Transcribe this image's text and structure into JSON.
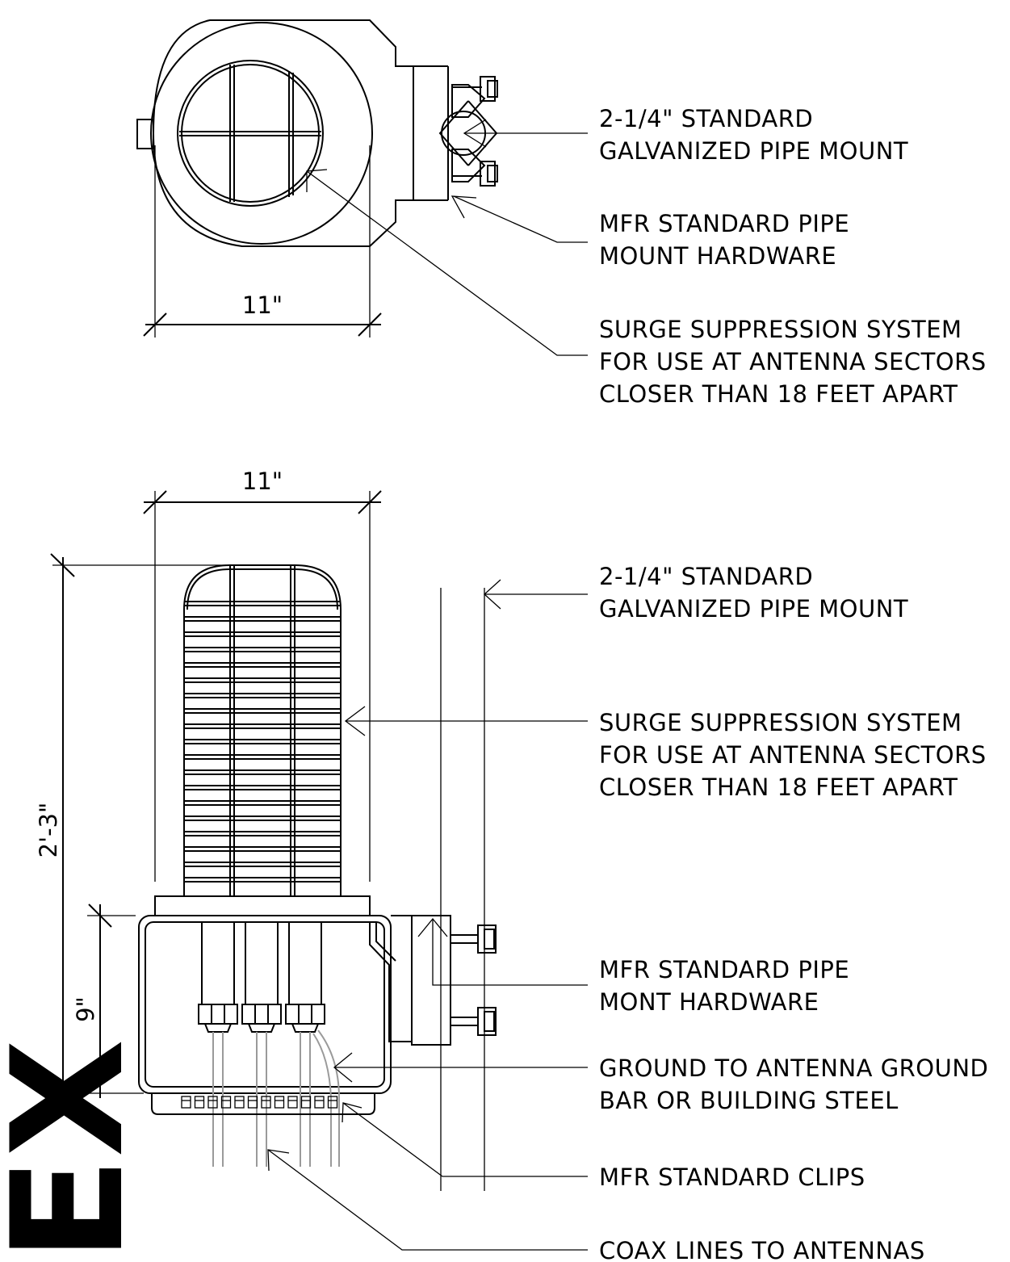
{
  "top_view": {
    "dim_width": "11\"",
    "callout_pipe_mount": [
      "2-1/4\" STANDARD",
      "GALVANIZED PIPE MOUNT"
    ],
    "callout_hardware": [
      "MFR STANDARD PIPE",
      "MOUNT HARDWARE"
    ],
    "callout_surge": [
      "SURGE SUPPRESSION SYSTEM",
      "FOR USE AT ANTENNA SECTORS",
      "CLOSER THAN 18 FEET APART"
    ]
  },
  "side_view": {
    "dim_width": "11\"",
    "dim_height": "2'-3\"",
    "dim_base": "9\"",
    "callout_pipe_mount": [
      "2-1/4\" STANDARD",
      "GALVANIZED PIPE MOUNT"
    ],
    "callout_surge": [
      "SURGE SUPPRESSION SYSTEM",
      "FOR USE AT ANTENNA SECTORS",
      "CLOSER THAN 18 FEET APART"
    ],
    "callout_hardware": [
      "MFR STANDARD PIPE",
      "MONT HARDWARE"
    ],
    "callout_ground": [
      "GROUND TO ANTENNA GROUND",
      "BAR OR BUILDING STEEL"
    ],
    "callout_clips": "MFR STANDARD CLIPS",
    "callout_coax": "COAX LINES TO ANTENNAS"
  },
  "watermark": "EX"
}
